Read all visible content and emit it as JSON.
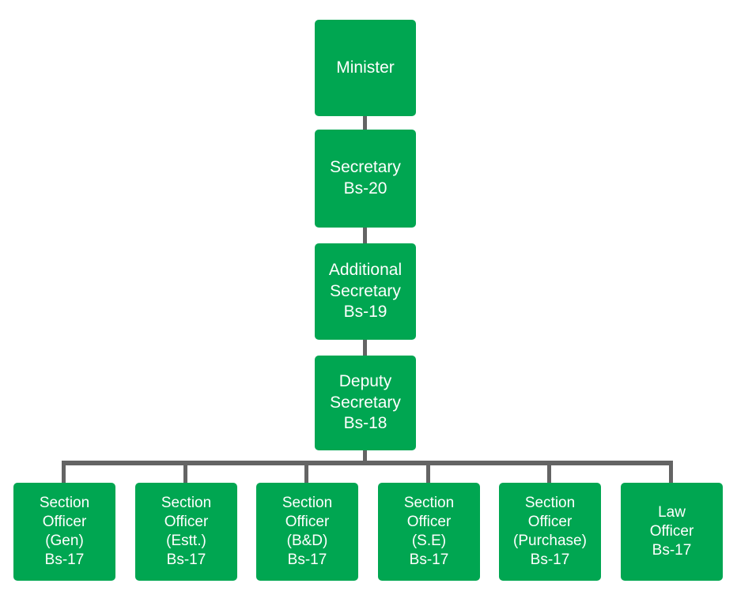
{
  "chart": {
    "type": "organizational-chart",
    "title": "",
    "background_color": "#ffffff",
    "node_color": "#00a651",
    "node_text_color": "#ffffff",
    "connector_color": "#646464",
    "levels": [
      {
        "level": 1,
        "nodes": [
          {
            "id": "minister",
            "lines": [
              "Minister"
            ]
          }
        ]
      },
      {
        "level": 2,
        "nodes": [
          {
            "id": "secretary",
            "lines": [
              "Secretary",
              "Bs-20"
            ]
          }
        ]
      },
      {
        "level": 3,
        "nodes": [
          {
            "id": "additional-secretary",
            "lines": [
              "Additional",
              "Secretary",
              "Bs-19"
            ]
          }
        ]
      },
      {
        "level": 4,
        "nodes": [
          {
            "id": "deputy-secretary",
            "lines": [
              "Deputy",
              "Secretary",
              "Bs-18"
            ]
          }
        ]
      },
      {
        "level": 5,
        "nodes": [
          {
            "id": "section-officer-gen",
            "lines": [
              "Section",
              "Officer",
              "(Gen)",
              "Bs-17"
            ]
          },
          {
            "id": "section-officer-estt",
            "lines": [
              "Section",
              "Officer",
              "(Estt.)",
              "Bs-17"
            ]
          },
          {
            "id": "section-officer-bd",
            "lines": [
              "Section",
              "Officer",
              "(B&D)",
              "Bs-17"
            ]
          },
          {
            "id": "section-officer-se",
            "lines": [
              "Section",
              "Officer",
              "(S.E)",
              "Bs-17"
            ]
          },
          {
            "id": "section-officer-purchase",
            "lines": [
              "Section",
              "Officer",
              "(Purchase)",
              "Bs-17"
            ]
          },
          {
            "id": "law-officer",
            "lines": [
              "Law",
              "Officer",
              "Bs-17"
            ]
          }
        ]
      }
    ],
    "nodes": {
      "minister": {
        "l1": "Minister"
      },
      "secretary": {
        "l1": "Secretary",
        "l2": "Bs-20"
      },
      "additional_secretary": {
        "l1": "Additional",
        "l2": "Secretary",
        "l3": "Bs-19"
      },
      "deputy_secretary": {
        "l1": "Deputy",
        "l2": "Secretary",
        "l3": "Bs-18"
      },
      "section_officer_gen": {
        "l1": "Section",
        "l2": "Officer",
        "l3": "(Gen)",
        "l4": "Bs-17"
      },
      "section_officer_estt": {
        "l1": "Section",
        "l2": "Officer",
        "l3": "(Estt.)",
        "l4": "Bs-17"
      },
      "section_officer_bd": {
        "l1": "Section",
        "l2": "Officer",
        "l3": "(B&D)",
        "l4": "Bs-17"
      },
      "section_officer_se": {
        "l1": "Section",
        "l2": "Officer",
        "l3": "(S.E)",
        "l4": "Bs-17"
      },
      "section_officer_purchase": {
        "l1": "Section",
        "l2": "Officer",
        "l3": "(Purchase)",
        "l4": "Bs-17"
      },
      "law_officer": {
        "l1": "Law",
        "l2": "Officer",
        "l3": "Bs-17"
      }
    }
  }
}
